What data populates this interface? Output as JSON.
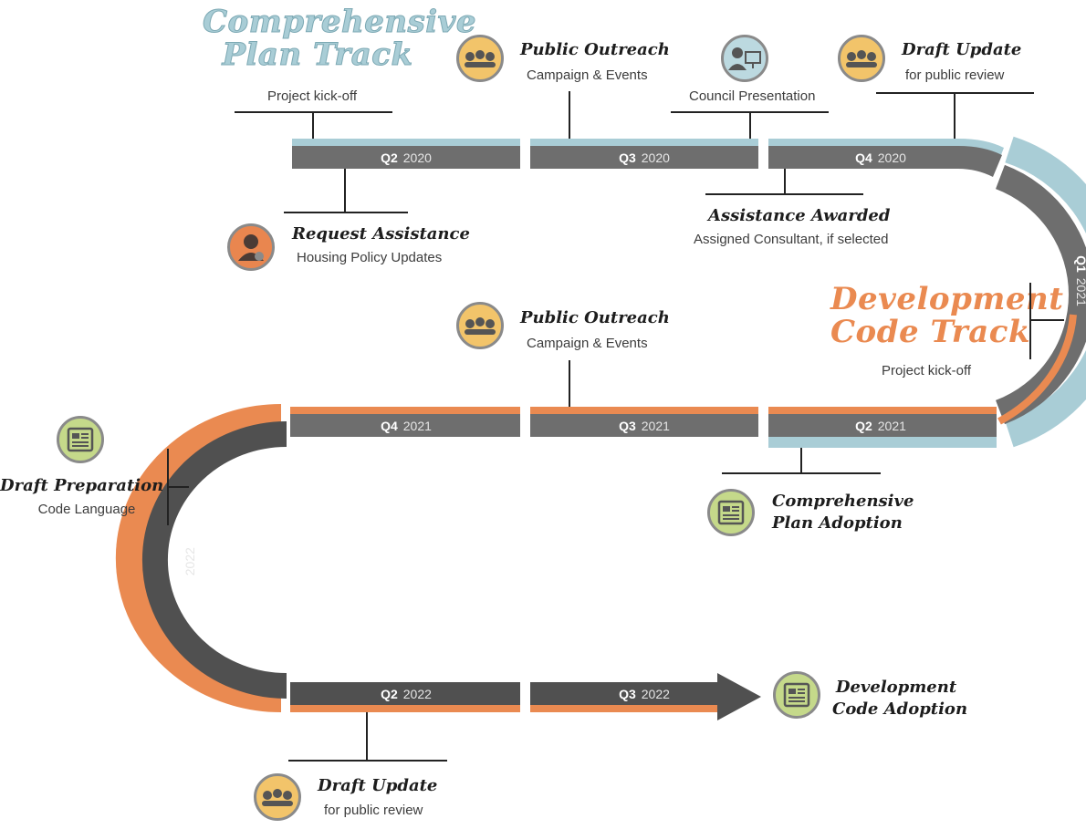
{
  "tracks": {
    "comprehensive": {
      "title_line1": "Comprehensive",
      "title_line2": "Plan Track",
      "kickoff": "Project kick-off",
      "color": "#a9cdd6"
    },
    "development": {
      "title_line1": "Development",
      "title_line2": "Code Track",
      "kickoff": "Project kick-off",
      "color": "#ea8a51"
    }
  },
  "road_color": "#6e6e6e",
  "quarters": [
    {
      "q": "Q2",
      "year": "2020"
    },
    {
      "q": "Q3",
      "year": "2020"
    },
    {
      "q": "Q4",
      "year": "2020"
    },
    {
      "q": "Q1",
      "year": "2021"
    },
    {
      "q": "Q2",
      "year": "2021"
    },
    {
      "q": "Q3",
      "year": "2021"
    },
    {
      "q": "Q4",
      "year": "2021"
    },
    {
      "q": "Q1",
      "year": "2022"
    },
    {
      "q": "Q2",
      "year": "2022"
    },
    {
      "q": "Q3",
      "year": "2022"
    }
  ],
  "milestones": {
    "request_assistance": {
      "title": "Request Assistance",
      "sub": "Housing Policy Updates",
      "icon": "person-icon"
    },
    "public_outreach_1": {
      "title": "Public Outreach",
      "sub": "Campaign & Events",
      "icon": "people-icon"
    },
    "council_presentation": {
      "sub": "Council Presentation",
      "icon": "presentation-icon"
    },
    "draft_update_1": {
      "title": "Draft Update",
      "sub": "for public review",
      "icon": "people-icon"
    },
    "assistance_awarded": {
      "title": "Assistance Awarded",
      "sub": "Assigned Consultant, if selected"
    },
    "public_outreach_2": {
      "title": "Public Outreach",
      "sub": "Campaign & Events",
      "icon": "people-icon"
    },
    "draft_preparation": {
      "title": "Draft Preparation",
      "sub": "Code Language",
      "icon": "document-icon"
    },
    "comp_plan_adoption": {
      "title_line1": "Comprehensive",
      "title_line2": "Plan Adoption",
      "icon": "document-icon"
    },
    "dev_code_adoption": {
      "title_line1": "Development",
      "title_line2": "Code Adoption",
      "icon": "document-icon"
    },
    "draft_update_2": {
      "title": "Draft Update",
      "sub": "for public review",
      "icon": "people-icon"
    }
  }
}
